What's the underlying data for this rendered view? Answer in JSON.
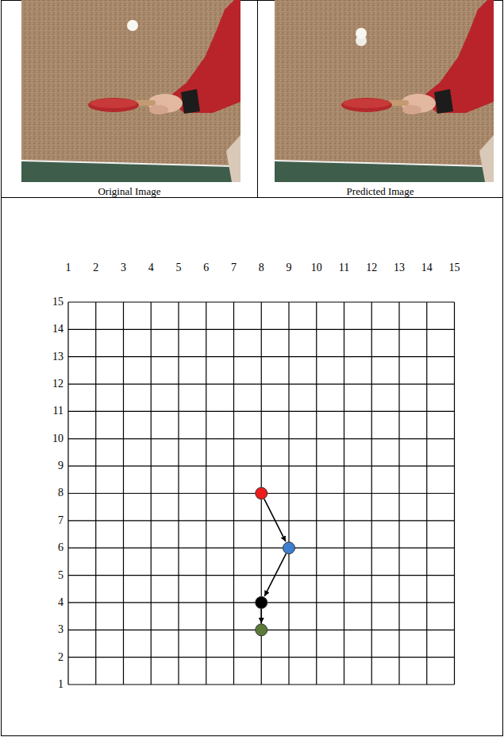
{
  "diagram": {
    "nodes": [
      {
        "text": [
          "Original Image"
        ]
      },
      {
        "text": [
          "Predicted Image"
        ]
      }
    ],
    "labels": [
      "1",
      "2",
      "3",
      "4",
      "5",
      "6",
      "7",
      "8",
      "9",
      "10",
      "11",
      "12",
      "13",
      "14",
      "15",
      "15",
      "14",
      "13",
      "12",
      "11",
      "10",
      "9",
      "8",
      "7",
      "6",
      "5",
      "4",
      "3",
      "2",
      "1"
    ]
  }
}
